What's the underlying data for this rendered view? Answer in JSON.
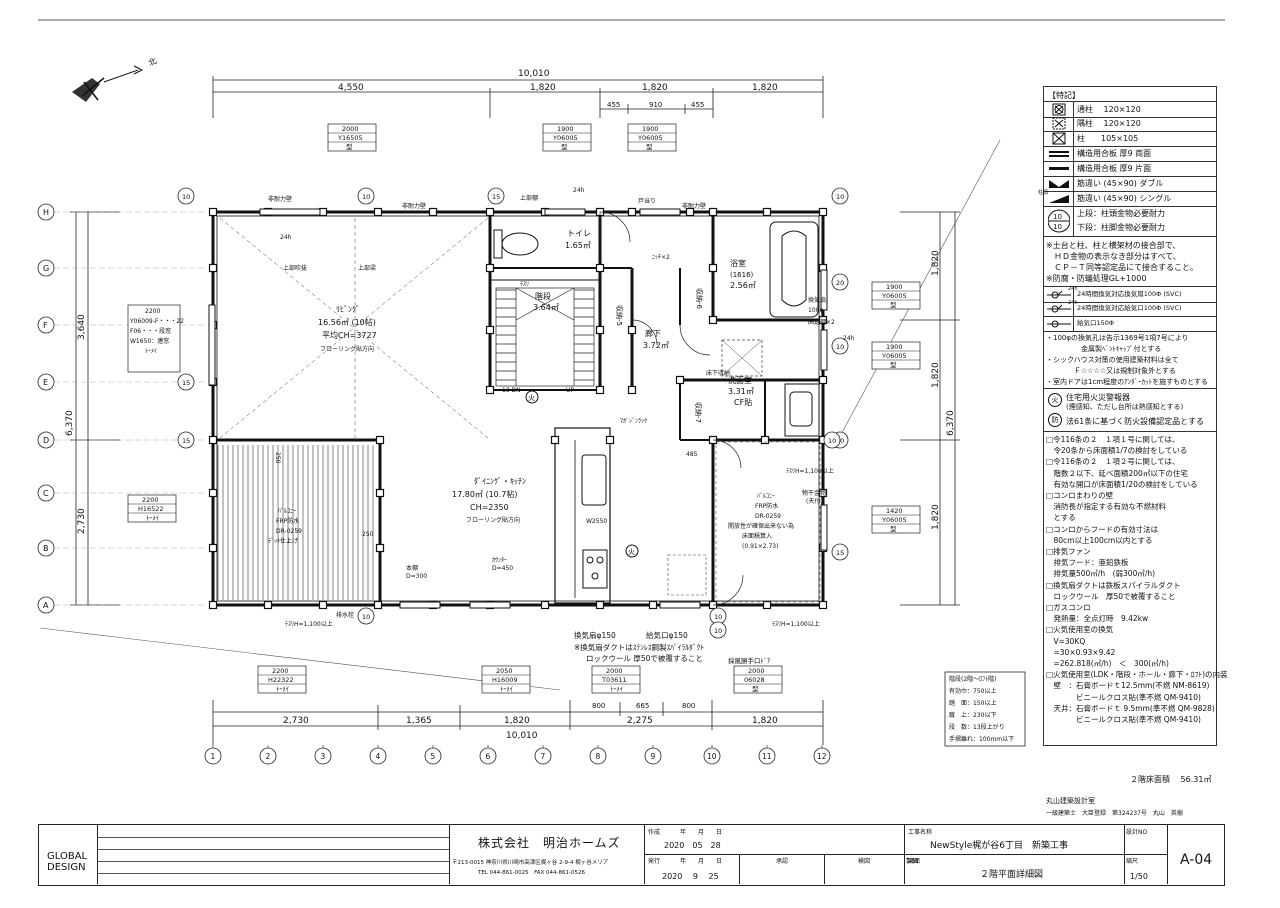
{
  "sheet": {
    "title_block": {
      "logo_line1": "GLOBAL",
      "logo_line2": "DESIGN",
      "company": "株式会社　明治ホームズ",
      "address": "〒213-0015 神奈川県川崎市高津区梶ヶ谷 2-9-4 梶ヶ谷メリア",
      "tel": "TEL 044-861-0025　FAX 044-861-0526",
      "created_label": "作成",
      "created_date": "2020　05　28",
      "ymd": "年　　月　　日",
      "issued_label": "発行",
      "issued_date": "2020　 9　 25",
      "approve_label": "承認",
      "check_label": "検図",
      "draw_label": "製図",
      "project_label": "工事名称",
      "project_name": "NewStyle梶が谷6丁目　新築工事",
      "drawing_label": "図面",
      "drawing_name": "２階平面詳細図",
      "sheet_label": "設計NO",
      "scale_label": "縮尺",
      "scale": "1/50",
      "sheet_no": "A-04"
    },
    "architect": {
      "office": "丸山建築設計室",
      "license": "一級建築士　大臣登録　第324237号　丸山　英樹"
    },
    "floor_area": "２階床面積　 56.31㎡"
  },
  "plan": {
    "dims_top": {
      "total": "10,010",
      "d1": "4,550",
      "d2": "1,820",
      "d3": "1,820",
      "d4": "1,820",
      "s1": "455",
      "s2": "910",
      "s3": "455"
    },
    "dims_bottom": {
      "total": "10,010",
      "d1": "2,730",
      "d2": "1,365",
      "d3": "1,820",
      "d4": "2,275",
      "d5": "1,820",
      "s1": "800",
      "s2": "665",
      "s3": "800"
    },
    "dims_left": {
      "total": "6,370",
      "d1": "3,640",
      "d2": "2,730"
    },
    "dims_right": {
      "d1": "1,820",
      "d2": "1,820",
      "d3": "1,820",
      "total": "6,370"
    },
    "grid_rows": [
      "H",
      "G",
      "F",
      "E",
      "D",
      "C",
      "B",
      "A"
    ],
    "grid_cols": [
      "1",
      "2",
      "3",
      "4",
      "5",
      "6",
      "7",
      "8",
      "9",
      "10",
      "11",
      "12"
    ],
    "rooms": {
      "living_name": "ﾘﾋﾞﾝｸﾞ",
      "living_area": "16.56㎡ (10帖)",
      "living_ch": "平均CH=3727",
      "living_floor": "フローリング貼方向",
      "dining_name": "ﾀﾞｲﾆﾝｸﾞ・ｷｯﾁﾝ",
      "dining_area": "17.80㎡ (10.7帖)",
      "dining_ch": "CH=2350",
      "dining_floor": "フローリング貼方向",
      "toilet_name": "トイレ",
      "toilet_area": "1.65㎡",
      "stair_name": "階段",
      "stair_area": "3.64㎡",
      "bath_name": "浴室",
      "bath_size": "(1616)",
      "bath_area": "2.56㎡",
      "hall_name": "廊下",
      "hall_area": "3.72㎡",
      "wash_name": "洗面室",
      "wash_area": "3.31㎡",
      "wash_floor": "CF貼",
      "storage6": "収納-6",
      "storage5": "収納-5",
      "storage7": "収納-7",
      "balcony_n_name": "ﾊﾞﾙｺﾆｰ",
      "balcony_n_spec1": "FRP防水",
      "balcony_n_spec2": "DR-0259",
      "balcony_n_spec3": "ﾃﾞｯｷ仕上げ",
      "balcony_e_name": "ﾊﾞﾙｺﾆｰ",
      "balcony_e_spec1": "FRP防水",
      "balcony_e_spec2": "DR-0259",
      "balcony_e_spec3": "開放性が確保出来ない為",
      "balcony_e_spec4": "床面積算入",
      "balcony_e_spec5": "(0.91×2.73)"
    },
    "labels": {
      "upper_fukinuke": "上部吹抜",
      "upper_beam": "上部梁",
      "upper_shelf": "上部棚",
      "nontaiwall1": "非耐力壁",
      "nontaiwall2": "非耐力壁",
      "nontaiwall3": "非耐力壁",
      "h24_1": "24h",
      "h24_2": "24h",
      "h24_3": "24h",
      "doorstop": "戸当り",
      "niche": "ﾆｯﾁ×2",
      "vent_label": "換気扇",
      "vent_size": "100φ",
      "fixed_shelf": "固定棚×2",
      "magazine": "ﾏｶﾞｼﾞﾝﾗｯｸ",
      "counter": "ｶｳﾝﾀｰ",
      "counter_d": "D=450",
      "bookshelf": "本棚",
      "bookshelf_d": "D=300",
      "drain": "排水栓",
      "handrail1": "ﾃｽﾘH=1,100以上",
      "handrail2": "ﾃｽﾘH=1,100以上",
      "handrail3": "ﾃｽﾘH=1,100以上",
      "w2550": "W2550",
      "laundry": "物干金物",
      "laundry2": "(天付)",
      "under_floor": "床下収納",
      "stair_dn": "13 DN",
      "stair_up": "UP",
      "exhaust": "換気扇φ150",
      "supply": "給気口φ150",
      "duct_note1": "※換気扇ダクトはｽﾃﾝﾚｽ鋼製ｽﾊﾟｲﾗﾙﾀﾞｸﾄ",
      "duct_note2": "ロックウール 厚50で被覆すること",
      "col_250": "250",
      "col_485": "485",
      "teshiri": "ﾃｽﾘ"
    },
    "windows": [
      {
        "size": "2000",
        "code": "Y16505",
        "type": "型"
      },
      {
        "size": "1900",
        "code": "Y06005",
        "type": "型"
      },
      {
        "size": "1900",
        "code": "Y06005",
        "type": "型"
      },
      {
        "size": "1900",
        "code": "Y06005",
        "type": "型"
      },
      {
        "size": "1900",
        "code": "Y06005",
        "type": "型"
      },
      {
        "size": "1420",
        "code": "Y06005",
        "type": "型"
      },
      {
        "size": "2200",
        "code": "H22322",
        "type": "ﾄｰﾒｲ"
      },
      {
        "size": "2050",
        "code": "H16009",
        "type": "ﾄｰﾒｲ"
      },
      {
        "size": "2000",
        "code": "T03611",
        "type": "ﾄｰﾒｲ"
      },
      {
        "size": "2000",
        "code": "06028",
        "type": "型",
        "title": "採風勝手口ﾄﾞｱ"
      },
      {
        "size": "2200",
        "code": "H16522",
        "type": "ﾄｰﾒｲ"
      }
    ],
    "window_west": {
      "l1": "2200",
      "l2": "Y06009-F・・・22",
      "l3": "F06・・・段窓",
      "l4": "W1650：連窓",
      "l5": "ﾄｰﾒｲ"
    },
    "stair_spec": {
      "title": "階段(2階～ﾛﾌﾄ階)",
      "r1": "有効巾：750以上",
      "r2": "踏　面：150以上",
      "r3": "蹴　上：230以下",
      "r4": "段　数：13段上がり",
      "r5": "手摺離れ：100mm以下"
    },
    "hardware_marks": [
      "10",
      "10",
      "15",
      "15",
      "10",
      "15",
      "10",
      "20",
      "10",
      "10",
      "15",
      "10",
      "10",
      "10"
    ]
  },
  "legend": {
    "title": "【特記】",
    "rows": [
      {
        "sym": "tsu",
        "text": "通柱　 120×120"
      },
      {
        "sym": "kan",
        "text": "隅柱　 120×120"
      },
      {
        "sym": "hashira",
        "text": "柱　　105×105"
      },
      {
        "sym": "double",
        "text": "構造用合板 厚9 両面"
      },
      {
        "sym": "single",
        "text": "構造用合板 厚9 片面"
      },
      {
        "sym": "bdouble",
        "text": "筋違い (45×90) ダブル"
      },
      {
        "sym": "bsingle",
        "text": "筋違い (45×90) シングル",
        "pre": "柱頭"
      },
      {
        "sym": "kana",
        "text": "上段：柱頭金物必要耐力",
        "text2": "下段：柱脚金物必要耐力"
      }
    ],
    "notes1": "※土台と柱、柱と横架材の接合部で、\n　ＨＤ金物の表示なき部分はすべて、\n　ＣＰ－Ｔ同等認定品にて接合すること。\n※防腐・防蟻処理GL+1000",
    "vent_rows": [
      "24時間換気対応換気扇100Φ (SVC)",
      "24時間換気対応給気口100Φ (SVC)",
      "給気口150Φ"
    ],
    "vent_h": [
      "24h",
      "24h"
    ],
    "notes2": "・100φの換気孔は告示1369号1項7号により\n　　　　　金属製ﾍﾞﾝﾄｷｬｯﾌﾟ付とする\n・シックハウス対策の使用建築材料は全て\n　　　　Ｆ☆☆☆☆又は規制対象外とする\n・室内ドアは1cm程度のｱﾝﾀﾞｰｶｯﾄを施すものとする",
    "fire1": "住宅用火災警報器",
    "fire2": "(煙感知、ただし台所は熱感知とする)",
    "fire3": "法61条に基づく防火設備認定品とする",
    "fire_sym1": "火",
    "fire_sym2": "防",
    "notes3": "□令116条の２　１項１号に関しては、\n　令20条から床面積1/7の検討をしている\n□令116条の２　１項２号に関しては、\n　階数２以下、延べ面積200㎡以下の住宅\n　有効な開口が床面積1/20の検討をしている\n□コンロまわりの壁\n　消防長が指定する有効な不燃材料\n　とする\n□コンロからフードの有効寸法は\n　80cm以上100cm以内とする\n□排気ファン\n　排気フード：亜鉛鉄板\n　排気量500㎥/h　(弱300㎥/h)\n□換気扇ダクトは鉄板スパイラルダクト\n　ロックウール　厚50で被覆すること\n□ガスコンロ\n　発熱量：全点灯時　9.42kw\n□火気使用室の換気\n　V=30KQ\n　=30×0.93×9.42\n　=262.818(㎥/h)　＜　300(㎥/h)\n□火気使用室(LDK・階段・ホール・廊下・ﾛﾌﾄ)の内装\n　壁　：石膏ボードｔ12.5mm(不燃 NM-8619)\n　　　　ビニールクロス貼(準不燃 QM-9410)\n　天井：石膏ボードｔ 9.5mm(準不燃 QM-9828)\n　　　　ビニールクロス貼(準不燃 QM-9410)"
  }
}
